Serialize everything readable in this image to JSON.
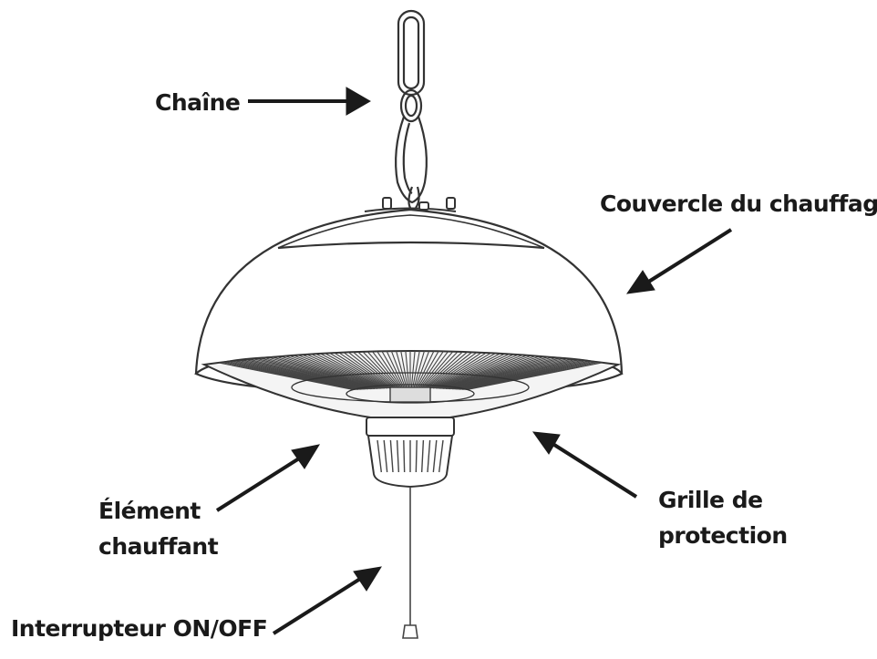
{
  "labels": {
    "chain": "Chaîne",
    "cover": "Couvercle du chauffage",
    "element_line1": "Élément",
    "element_line2": "chauffant",
    "grille_line1": "Grille de",
    "grille_line2": "protection",
    "switch": "Interrupteur ON/OFF"
  },
  "colors": {
    "line": "#333333",
    "arrow": "#1a1a1a",
    "text": "#1a1a1a"
  }
}
